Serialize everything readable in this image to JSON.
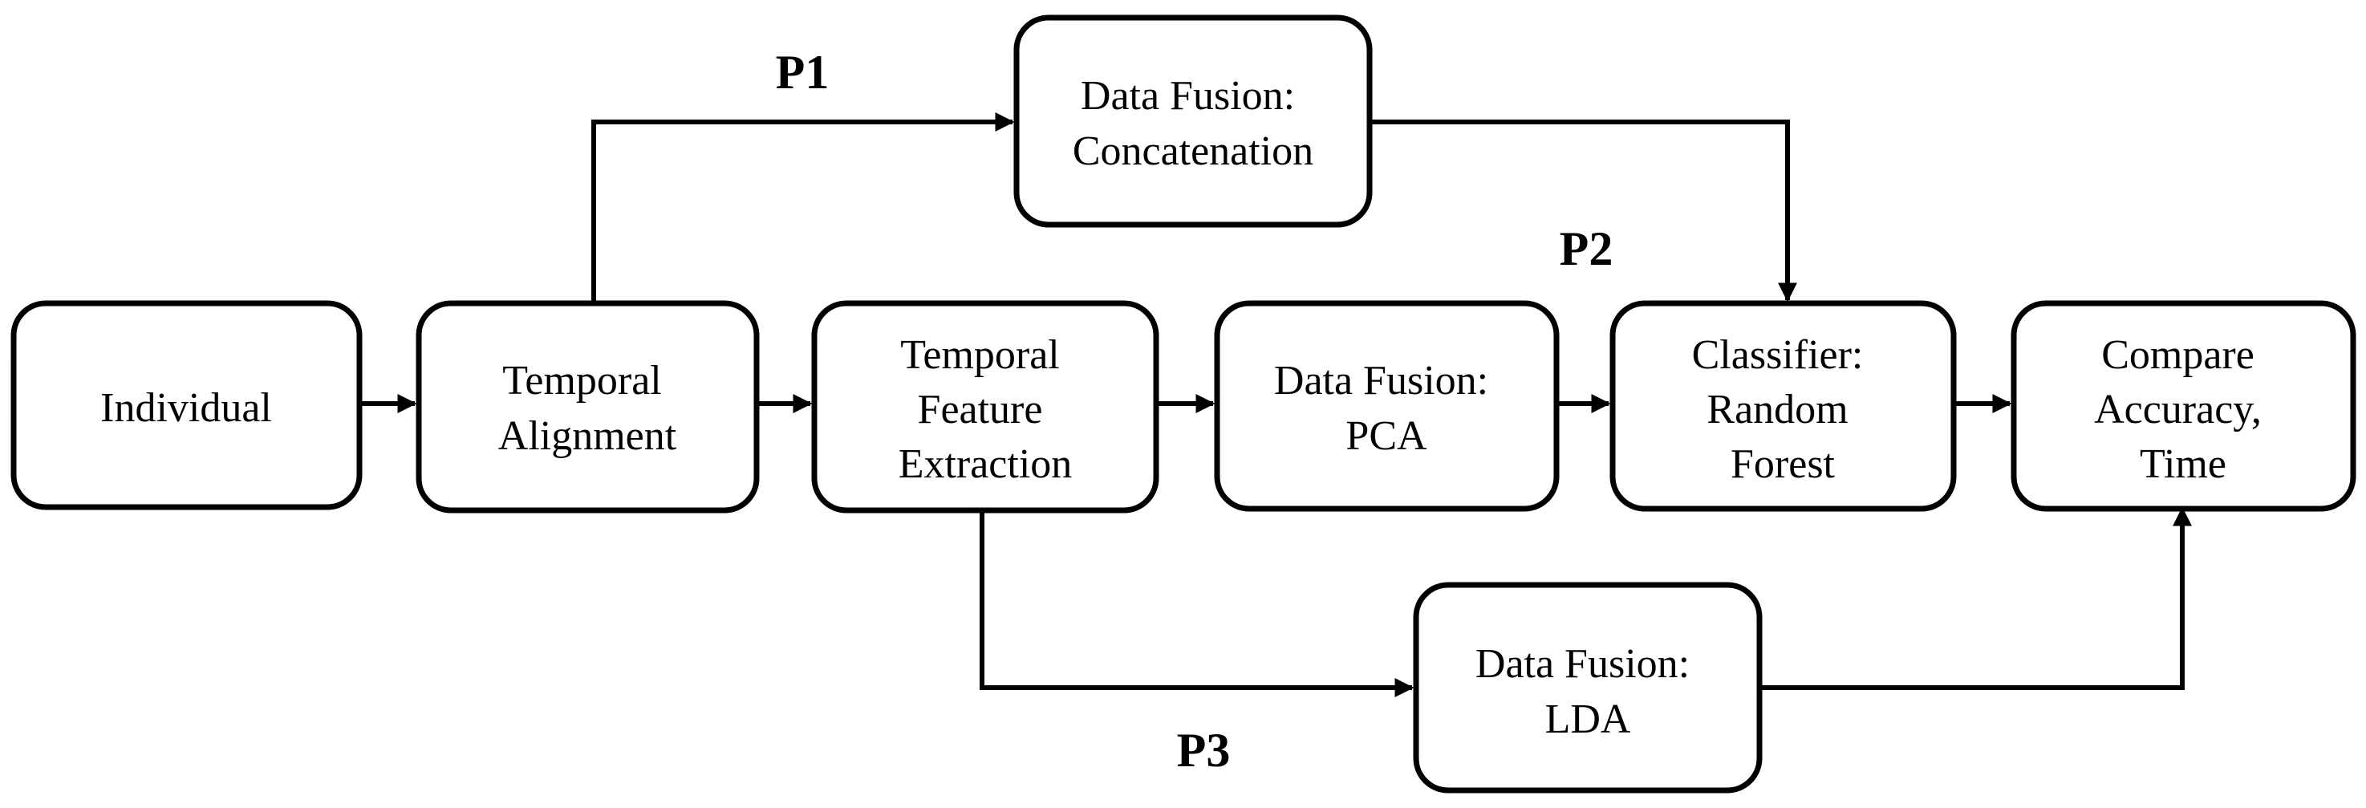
{
  "nodes": {
    "individual": {
      "lines": [
        "Individual"
      ]
    },
    "temporal_alignment": {
      "lines": [
        "Temporal",
        "Alignment"
      ]
    },
    "temporal_feature_extraction": {
      "lines": [
        "Temporal",
        "Feature",
        "Extraction"
      ]
    },
    "fusion_pca": {
      "lines": [
        "Data Fusion:",
        "PCA"
      ]
    },
    "classifier": {
      "lines": [
        "Classifier:",
        "Random",
        "Forest"
      ]
    },
    "compare": {
      "lines": [
        "Compare",
        "Accuracy,",
        "Time"
      ]
    },
    "fusion_concatenation": {
      "lines": [
        "Data Fusion:",
        "Concatenation"
      ]
    },
    "fusion_lda": {
      "lines": [
        "Data Fusion:",
        "LDA"
      ]
    }
  },
  "path_labels": {
    "p1": "P1",
    "p2": "P2",
    "p3": "P3"
  },
  "colors": {
    "stroke": "#000000",
    "fill": "#ffffff",
    "text": "#000000"
  }
}
